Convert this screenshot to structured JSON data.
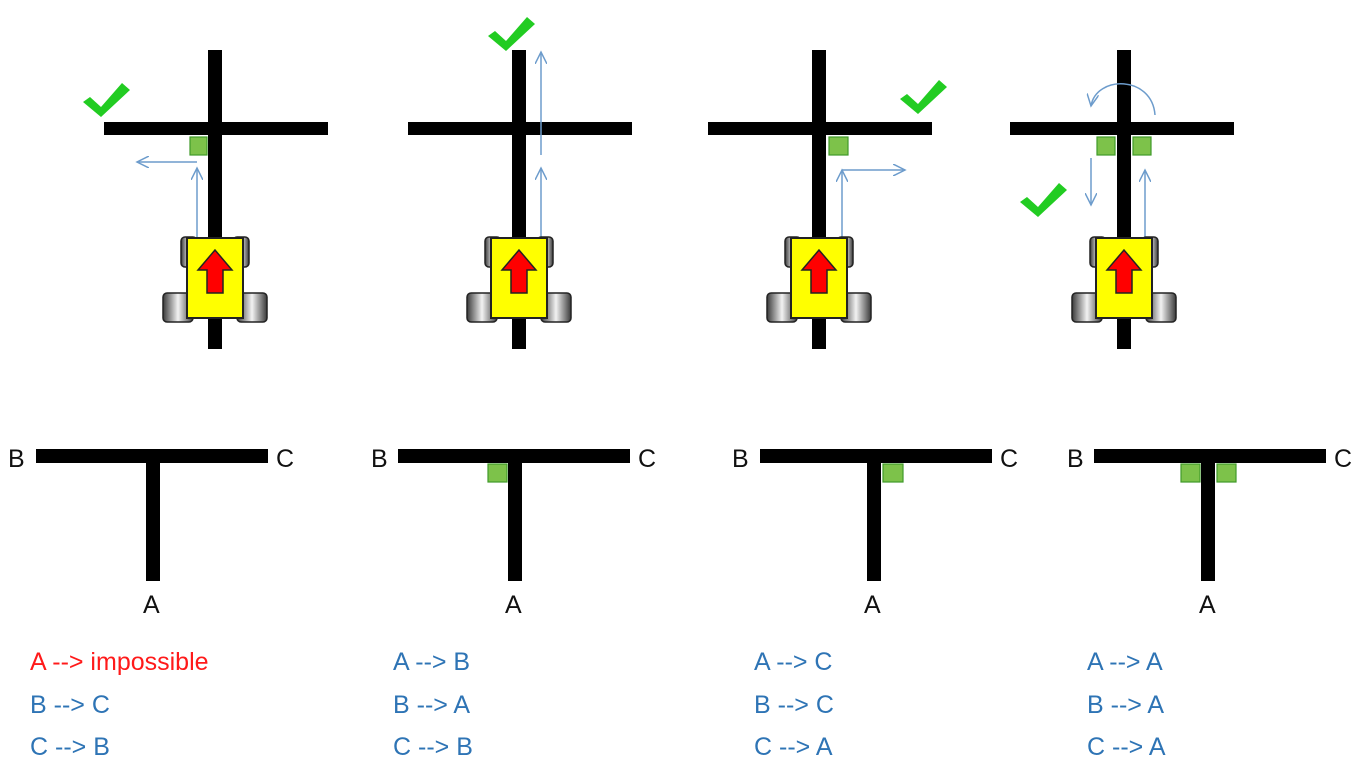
{
  "colors": {
    "line": "#000000",
    "marker_fill": "#7dc24a",
    "marker_stroke": "#3f9a2a",
    "arrow_path": "#6d9ccc",
    "check": "#22cc22",
    "robot_body": "#ffff00",
    "robot_arrow": "#ff0000",
    "rule_possible": "#2e74b5",
    "rule_impossible": "#ff1a1a"
  },
  "icons": [
    "check-icon",
    "robot-icon",
    "green-marker-icon",
    "path-arrow-icon"
  ],
  "panels": [
    {
      "scenario": "no-marker",
      "junction_labels": {
        "left": "B",
        "right": "C",
        "bottom": "A"
      },
      "rules": [
        {
          "text": "A --> impossible",
          "status": "impossible"
        },
        {
          "text": "B --> C",
          "status": "possible"
        },
        {
          "text": "C --> B",
          "status": "possible"
        }
      ]
    },
    {
      "scenario": "marker-left",
      "junction_labels": {
        "left": "B",
        "right": "C",
        "bottom": "A"
      },
      "rules": [
        {
          "text": "A --> B",
          "status": "possible"
        },
        {
          "text": "B --> A",
          "status": "possible"
        },
        {
          "text": "C --> B",
          "status": "possible"
        }
      ]
    },
    {
      "scenario": "marker-right",
      "junction_labels": {
        "left": "B",
        "right": "C",
        "bottom": "A"
      },
      "rules": [
        {
          "text": "A --> C",
          "status": "possible"
        },
        {
          "text": "B --> C",
          "status": "possible"
        },
        {
          "text": "C --> A",
          "status": "possible"
        }
      ]
    },
    {
      "scenario": "marker-both",
      "junction_labels": {
        "left": "B",
        "right": "C",
        "bottom": "A"
      },
      "rules": [
        {
          "text": "A --> A",
          "status": "possible"
        },
        {
          "text": "B --> A",
          "status": "possible"
        },
        {
          "text": "C --> A",
          "status": "possible"
        }
      ]
    }
  ]
}
